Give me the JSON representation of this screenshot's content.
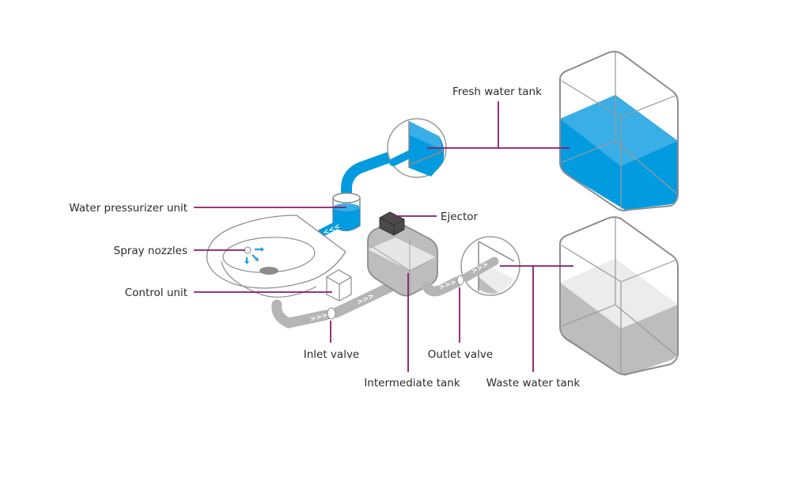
{
  "diagram": {
    "title": "Vacuum toilet water system",
    "colors": {
      "leader_line": "#8b1a6b",
      "fresh_water_top": "#3aaee6",
      "fresh_water_front": "#039be0",
      "waste_water_top": "#ececec",
      "waste_water_front": "#bdbdbd",
      "pipe_grey": "#b5b5b5",
      "outline_grey": "#8c8c8c",
      "ejector_dark": "#4a4a4a"
    },
    "labels": {
      "fresh_water_tank": "Fresh water tank",
      "water_pressurizer_unit": "Water pressurizer unit",
      "ejector": "Ejector",
      "spray_nozzles": "Spray nozzles",
      "control_unit": "Control unit",
      "inlet_valve": "Inlet valve",
      "outlet_valve": "Outlet valve",
      "intermediate_tank": "Intermediate tank",
      "waste_water_tank": "Waste water tank"
    },
    "flow_marks": {
      "fresh": "<<<",
      "waste": ">>>"
    },
    "tank_levels": {
      "fresh_water_fill": 0.55,
      "waste_water_fill": 0.5
    }
  }
}
